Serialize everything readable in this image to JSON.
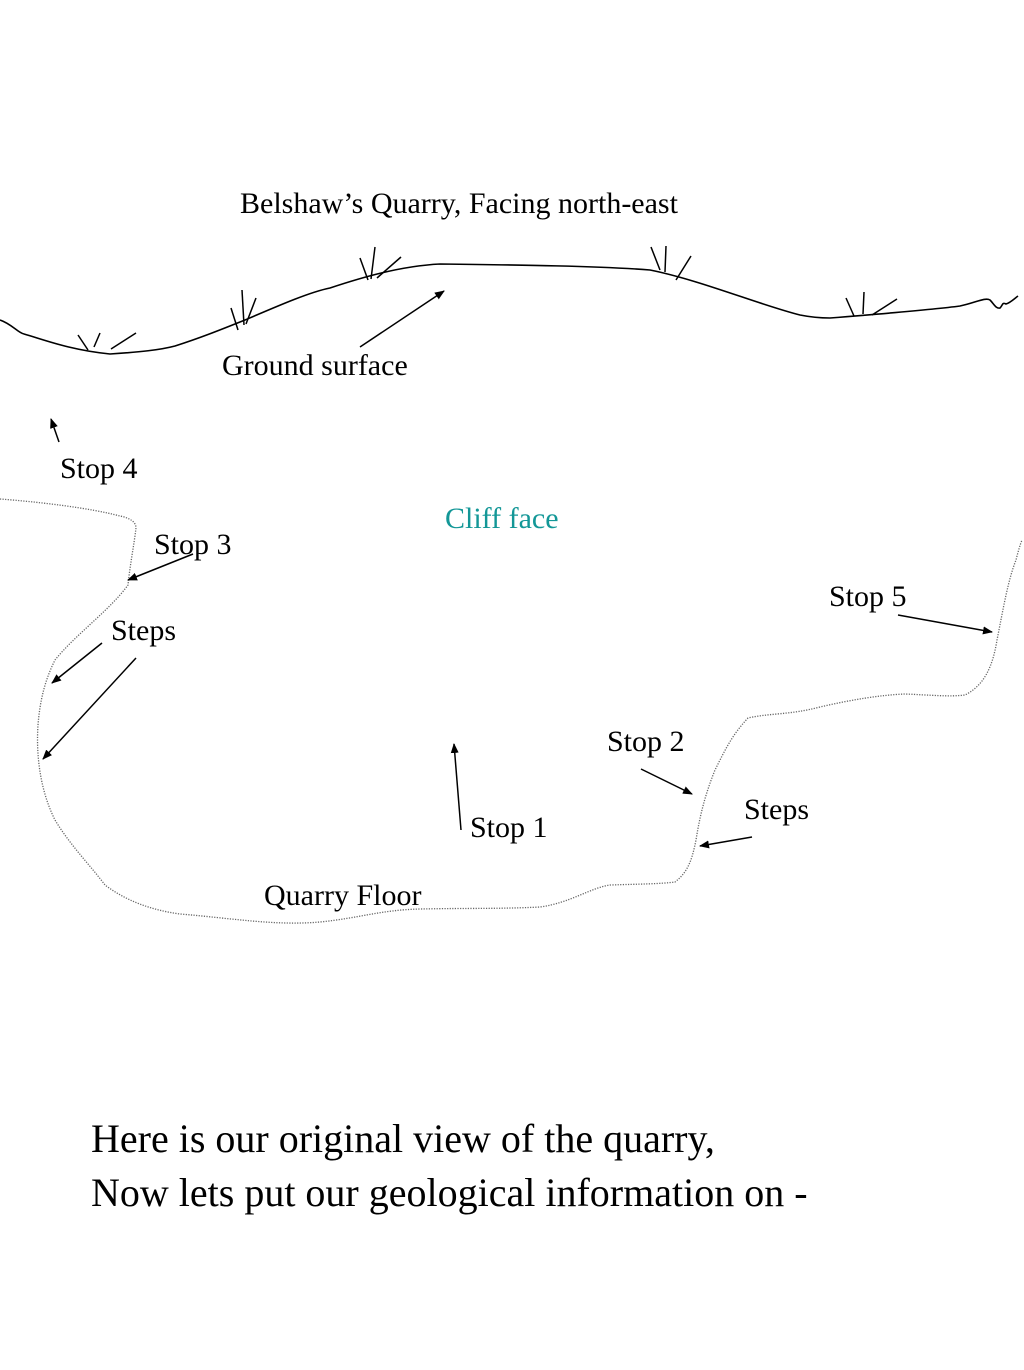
{
  "title": "Belshaw’s Quarry, Facing north-east",
  "cliff_label": "Cliff face",
  "cliff_color": "#139797",
  "labels": {
    "ground_surface": "Ground surface",
    "stop1": "Stop 1",
    "stop2": "Stop 2",
    "stop3": "Stop 3",
    "stop4": "Stop 4",
    "stop5": "Stop 5",
    "steps_left": "Steps",
    "steps_right": "Steps",
    "quarry_floor": "Quarry Floor"
  },
  "caption": {
    "line1": "Here is our original view of the quarry,",
    "line2": "Now lets put our geological information on -"
  }
}
